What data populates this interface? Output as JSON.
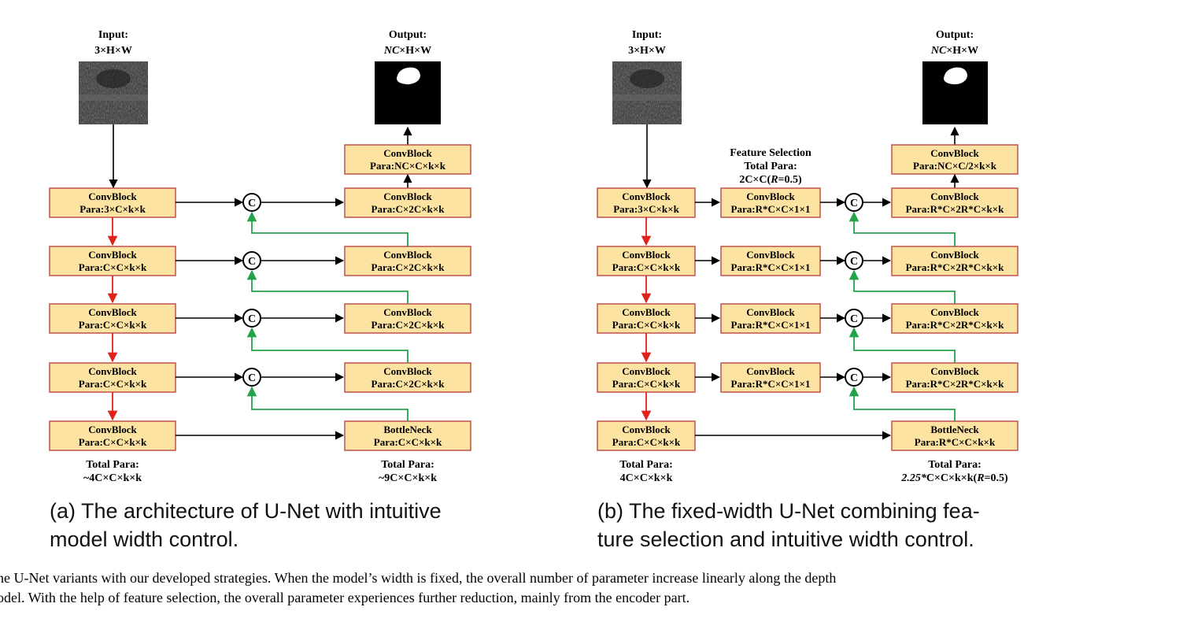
{
  "panel_a": {
    "input_label": "Input:",
    "input_dims": "3×H×W",
    "output_label": "Output:",
    "output_dims_italic": "NC",
    "output_dims_rest": "×H×W",
    "encoder": [
      {
        "title": "ConvBlock",
        "para": "Para:3×C×k×k"
      },
      {
        "title": "ConvBlock",
        "para": "Para:C×C×k×k"
      },
      {
        "title": "ConvBlock",
        "para": "Para:C×C×k×k"
      },
      {
        "title": "ConvBlock",
        "para": "Para:C×C×k×k"
      },
      {
        "title": "ConvBlock",
        "para": "Para:C×C×k×k"
      }
    ],
    "decoder": [
      {
        "title": "ConvBlock",
        "para": "Para:C×2C×k×k"
      },
      {
        "title": "ConvBlock",
        "para": "Para:C×2C×k×k"
      },
      {
        "title": "ConvBlock",
        "para": "Para:C×2C×k×k"
      },
      {
        "title": "ConvBlock",
        "para": "Para:C×2C×k×k"
      }
    ],
    "bottleneck": {
      "title": "BottleNeck",
      "para": "Para:C×C×k×k"
    },
    "final": {
      "title": "ConvBlock",
      "para": "Para:NC×C×k×k"
    },
    "concat_symbol": "C",
    "total_left_label": "Total Para:",
    "total_left_value": "~4C×C×k×k",
    "total_right_label": "Total Para:",
    "total_right_value": "~9C×C×k×k",
    "caption_line1": "(a) The architecture of U-Net with intuitive",
    "caption_line2": "model width control."
  },
  "panel_b": {
    "input_label": "Input:",
    "input_dims": "3×H×W",
    "output_label": "Output:",
    "output_dims_italic": "NC",
    "output_dims_rest": "×H×W",
    "encoder": [
      {
        "title": "ConvBlock",
        "para": "Para:3×C×k×k"
      },
      {
        "title": "ConvBlock",
        "para": "Para:C×C×k×k"
      },
      {
        "title": "ConvBlock",
        "para": "Para:C×C×k×k"
      },
      {
        "title": "ConvBlock",
        "para": "Para:C×C×k×k"
      },
      {
        "title": "ConvBlock",
        "para": "Para:C×C×k×k"
      }
    ],
    "selection": [
      {
        "title": "ConvBlock",
        "para": "Para:R*C×C×1×1"
      },
      {
        "title": "ConvBlock",
        "para": "Para:R*C×C×1×1"
      },
      {
        "title": "ConvBlock",
        "para": "Para:R*C×C×1×1"
      },
      {
        "title": "ConvBlock",
        "para": "Para:R*C×C×1×1"
      }
    ],
    "decoder": [
      {
        "title": "ConvBlock",
        "para": "Para:R*C×2R*C×k×k"
      },
      {
        "title": "ConvBlock",
        "para": "Para:R*C×2R*C×k×k"
      },
      {
        "title": "ConvBlock",
        "para": "Para:R*C×2R*C×k×k"
      },
      {
        "title": "ConvBlock",
        "para": "Para:R*C×2R*C×k×k"
      }
    ],
    "bottleneck": {
      "title": "BottleNeck",
      "para": "Para:R*C×C×k×k"
    },
    "final": {
      "title": "ConvBlock",
      "para": "Para:NC×C/2×k×k"
    },
    "concat_symbol": "C",
    "fs_line1": "Feature Selection",
    "fs_line2": "Total Para:",
    "fs_line3_pre": "2C×C(",
    "fs_line3_it": "R",
    "fs_line3_post": "=0.5)",
    "total_left_label": "Total Para:",
    "total_left_value": "4C×C×k×k",
    "total_right_label": "Total Para:",
    "total_right_it": "2.25*",
    "total_right_mid": "C×C×k×k(",
    "total_right_r": "R",
    "total_right_end": "=0.5)",
    "caption_line1": "(b) The fixed-width U-Net combining fea-",
    "caption_line2": "ture selection and intuitive width control."
  },
  "figure_caption_line1": "he U-Net variants with our developed strategies. When the model’s width is fixed, the overall number of parameter increase linearly along the depth",
  "figure_caption_line2": "odel. With the help of feature selection, the overall parameter experiences further reduction, mainly from the encoder part.",
  "colors": {
    "block_fill": "#fde3a2",
    "block_stroke": "#c0504d",
    "down_arrow": "#e0221b",
    "skip_arrow": "#22a34a",
    "flow_arrow": "#000000"
  }
}
